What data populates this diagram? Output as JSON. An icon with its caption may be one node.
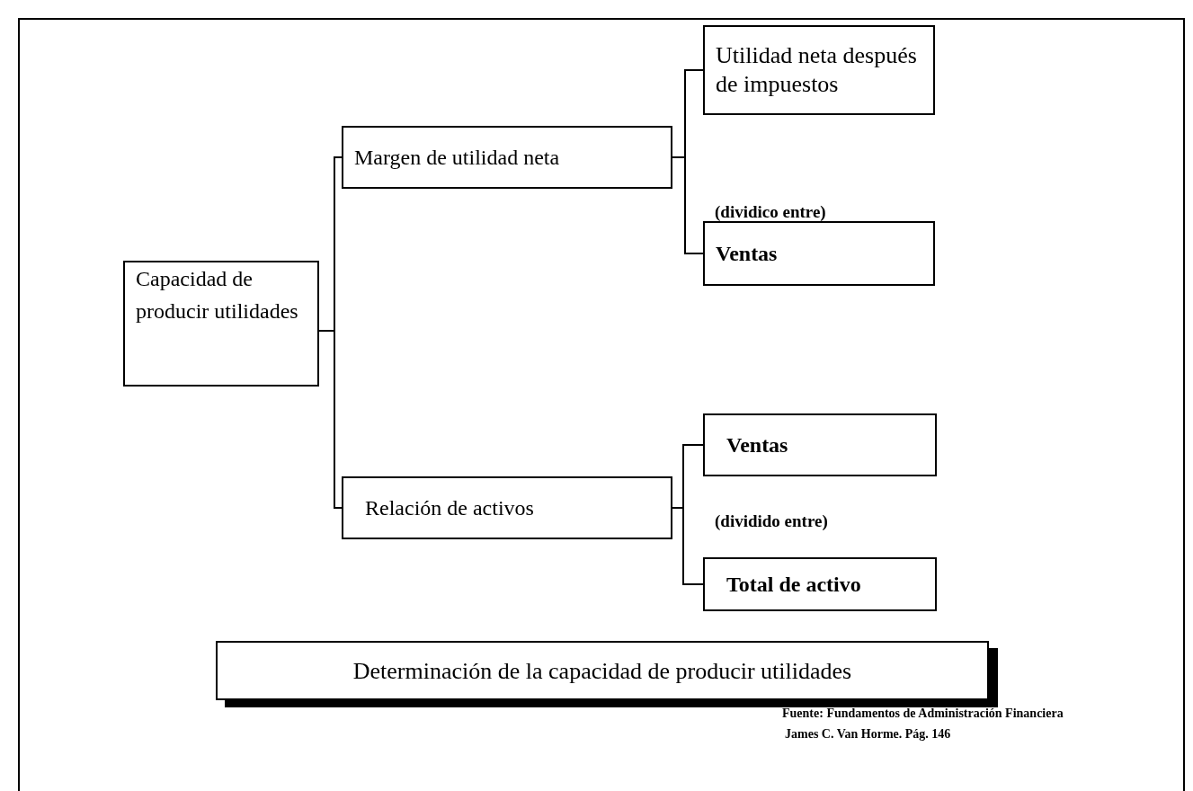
{
  "diagram": {
    "nodes": [
      {
        "text": [
          "Capacidad de producir utilidades"
        ]
      },
      {
        "text": [
          "Margen de utilidad neta"
        ]
      },
      {
        "text": [
          "Utilidad neta después de impuestos"
        ]
      },
      {
        "text": [
          "Ventas"
        ]
      },
      {
        "text": [
          "Relación de activos"
        ]
      },
      {
        "text": [
          "Ventas"
        ]
      },
      {
        "text": [
          "Total de activo"
        ]
      },
      {
        "text": [
          "Determinación de la capacidad de producir utilidades"
        ]
      }
    ],
    "edges": [
      {
        "from": 0,
        "to": 1,
        "arrow": "none"
      },
      {
        "from": 0,
        "to": 4,
        "arrow": "none"
      },
      {
        "from": 1,
        "to": 2,
        "arrow": "none"
      },
      {
        "from": 1,
        "to": 3,
        "arrow": "none"
      },
      {
        "from": 4,
        "to": 5,
        "arrow": "none"
      },
      {
        "from": 4,
        "to": 6,
        "arrow": "none"
      }
    ],
    "labels": [
      "(dividico entre)",
      "(dividido entre)",
      "Fuente: Fundamentos de Administración Financiera",
      "James C. Van Horme. Pág. 146"
    ]
  }
}
